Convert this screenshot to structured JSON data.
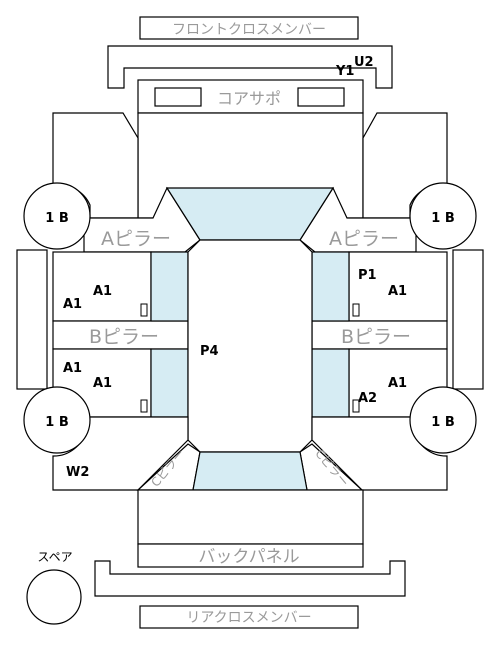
{
  "panels": {
    "front_cross_member": "フロントクロスメンバー",
    "core_support": "コアサポ",
    "a_pillar": "Aピラー",
    "b_pillar": "Bピラー",
    "back_panel": "バックパネル",
    "rear_cross_member": "リアクロスメンバー",
    "spare": "スペア",
    "c_pillar": "Cピラー"
  },
  "wheels": {
    "front_left": "1 B",
    "front_right": "1 B",
    "rear_left": "1 B",
    "rear_right": "1 B"
  },
  "damage_codes": {
    "front_y1": "Y1",
    "front_u2": "U2",
    "left_front_a1_upper": "A1",
    "left_front_a1_lower": "A1",
    "left_rear_a1_upper": "A1",
    "left_rear_a1_lower": "A1",
    "right_front_p1": "P1",
    "right_front_a1": "A1",
    "right_rear_a1": "A1",
    "right_rear_a2": "A2",
    "roof_p4": "P4",
    "rear_left_w2": "W2"
  },
  "colors": {
    "line": "#000000",
    "glass": "#d6ecf3",
    "label_gray": "#9a9a9a"
  }
}
